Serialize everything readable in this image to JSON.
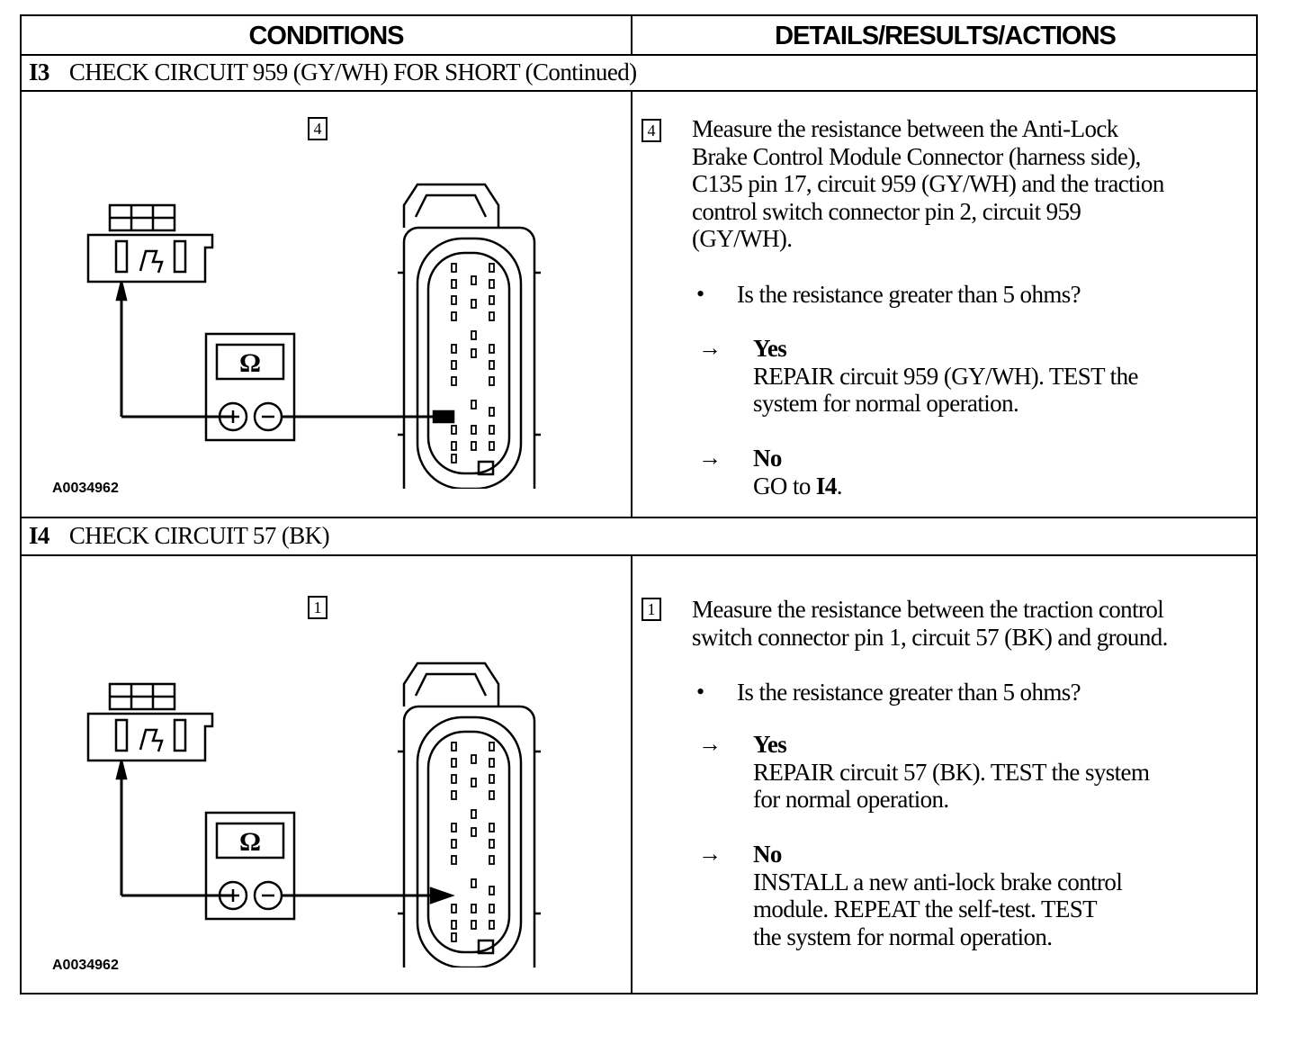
{
  "header": {
    "conditions": "CONDITIONS",
    "details": "DETAILS/RESULTS/ACTIONS"
  },
  "steps": [
    {
      "id": "I3",
      "title": "CHECK CIRCUIT 959 (GY/WH) FOR SHORT (Continued)",
      "figure_number": "4",
      "figure_id": "A0034962",
      "meter_symbol": "Ω",
      "instruction_number": "4",
      "instruction_lines": [
        "Measure the resistance between the Anti-Lock",
        "Brake Control Module Connector (harness side),",
        "C135 pin 17, circuit 959 (GY/WH) and the traction",
        "control switch connector pin 2, circuit 959",
        "(GY/WH)."
      ],
      "question": "Is the resistance greater than 5 ohms?",
      "yes_label": "Yes",
      "yes_lines": [
        "REPAIR circuit 959 (GY/WH). TEST the",
        "system for normal operation."
      ],
      "no_label": "No",
      "no_prefix": "GO to ",
      "no_ref": "I4",
      "no_suffix": "."
    },
    {
      "id": "I4",
      "title": "CHECK CIRCUIT 57 (BK)",
      "figure_number": "1",
      "figure_id": "A0034962",
      "meter_symbol": "Ω",
      "instruction_number": "1",
      "instruction_lines": [
        "Measure the resistance between the traction control",
        "switch connector pin 1, circuit 57 (BK) and ground."
      ],
      "question": "Is the resistance greater than 5 ohms?",
      "yes_label": "Yes",
      "yes_lines": [
        "REPAIR circuit 57 (BK). TEST the system",
        "for normal operation."
      ],
      "no_label": "No",
      "no_lines": [
        "INSTALL a new anti-lock brake control",
        "module.  REPEAT the self-test. TEST",
        "the system for normal operation."
      ]
    }
  ]
}
